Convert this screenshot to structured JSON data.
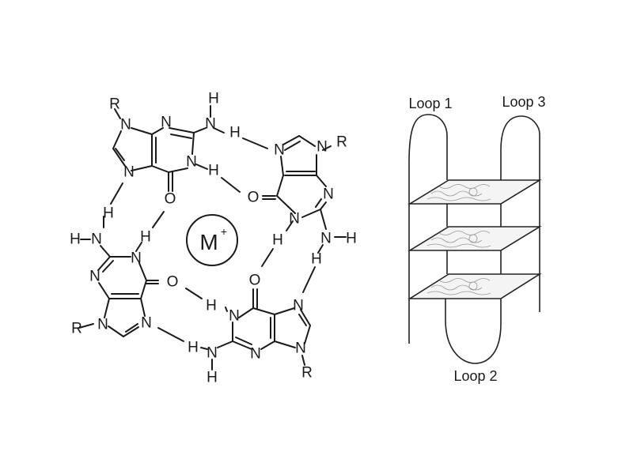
{
  "diagram": {
    "type": "chemical-structure",
    "subject": "G-quartet / G-quadruplex",
    "cation_label": "M",
    "cation_charge": "+",
    "atoms": {
      "R": "R",
      "N": "N",
      "H": "H",
      "O": "O"
    },
    "loops": [
      {
        "label": "Loop 1"
      },
      {
        "label": "Loop 2"
      },
      {
        "label": "Loop 3"
      }
    ],
    "quartet_plates": 3
  }
}
